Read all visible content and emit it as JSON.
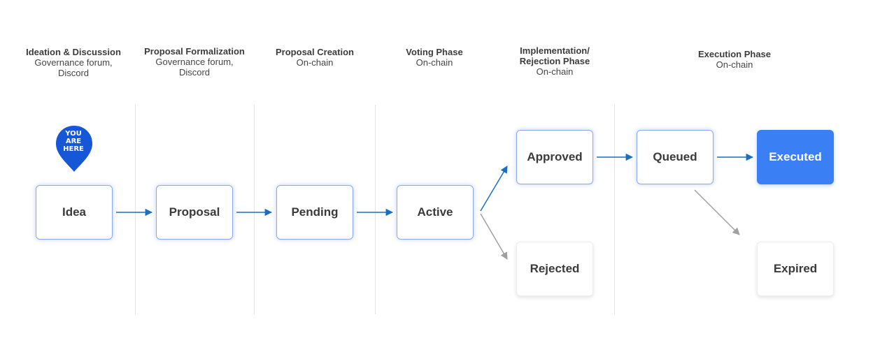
{
  "phases": [
    {
      "title": "Ideation & Discussion",
      "sub1": "Governance forum,",
      "sub2": "Discord"
    },
    {
      "title": "Proposal Formalization",
      "sub1": "Governance forum,",
      "sub2": "Discord"
    },
    {
      "title": "Proposal Creation",
      "sub1": "On-chain"
    },
    {
      "title": "Voting Phase",
      "sub1": "On-chain"
    },
    {
      "title1": "Implementation/",
      "title2": "Rejection Phase",
      "sub1": "On-chain"
    },
    {
      "title": "Execution Phase",
      "sub1": "On-chain"
    }
  ],
  "marker": {
    "line1": "YOU",
    "line2": "ARE",
    "line3": "HERE",
    "color": "#1557d6"
  },
  "nodes": {
    "idea": "Idea",
    "proposal": "Proposal",
    "pending": "Pending",
    "active": "Active",
    "approved": "Approved",
    "rejected": "Rejected",
    "queued": "Queued",
    "executed": "Executed",
    "expired": "Expired"
  },
  "colors": {
    "accent": "#3b7ff5",
    "arrow_blue": "#1a6fc4",
    "arrow_grey": "#a0a0a0",
    "border_blue": "#8aa8f2"
  }
}
